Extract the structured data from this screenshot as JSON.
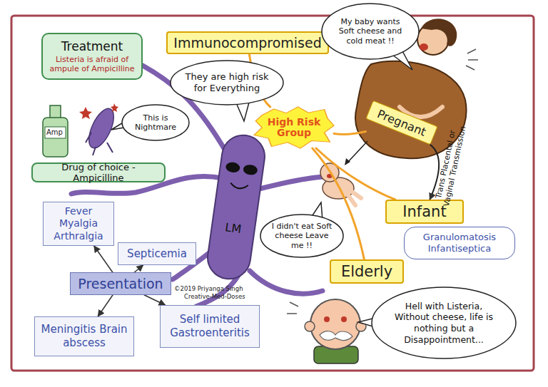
{
  "diagram": {
    "nodes": [
      {
        "text": [
          "Treatment",
          "Listeria is afraid of ampule of Ampicilline"
        ]
      },
      {
        "text": [
          "Immunocompromised"
        ]
      },
      {
        "text": [
          "They are high risk for Everything"
        ]
      },
      {
        "text": [
          "My baby wants Soft cheese and cold meat !!"
        ]
      },
      {
        "text": [
          "High Risk Group"
        ]
      },
      {
        "text": [
          "Pregnant"
        ]
      },
      {
        "text": [
          "This is Nightmare"
        ]
      },
      {
        "text": [
          "LM"
        ]
      },
      {
        "text": [
          "Drug of choice - Ampicilline"
        ]
      },
      {
        "text": [
          "Infant"
        ]
      },
      {
        "text": [
          "Granulomatosis Infantiseptica"
        ]
      },
      {
        "text": [
          "I didn't eat Soft cheese Leave me !!"
        ]
      },
      {
        "text": [
          "Fever Myalgia Arthralgia"
        ]
      },
      {
        "text": [
          "Septicemia"
        ]
      },
      {
        "text": [
          "Elderly"
        ]
      },
      {
        "text": [
          "Presentation"
        ]
      },
      {
        "text": [
          "Meningitis Brain abscess"
        ]
      },
      {
        "text": [
          "Self limited Gastroenteritis"
        ]
      },
      {
        "text": [
          "Hell with Listeria, Without cheese, life is nothing but a Disappointment..."
        ]
      }
    ],
    "edges": [
      {
        "from": 15,
        "to": 12,
        "arrow": "to"
      },
      {
        "from": 15,
        "to": 13,
        "arrow": "to"
      },
      {
        "from": 15,
        "to": 16,
        "arrow": "to"
      },
      {
        "from": 15,
        "to": 17,
        "arrow": "to"
      },
      {
        "from": 4,
        "to": 1,
        "arrow": "none"
      },
      {
        "from": 4,
        "to": 5,
        "arrow": "none"
      },
      {
        "from": 4,
        "to": 9,
        "arrow": "none"
      },
      {
        "from": 4,
        "to": 14,
        "arrow": "none"
      },
      {
        "from": 5,
        "to": 9,
        "label": "Trans Placental or Vaginal Transmission",
        "arrow": "to"
      }
    ],
    "labels": [
      "Amp",
      "©2019 Priyanga Singh",
      "Creative-Med-Doses"
    ]
  }
}
